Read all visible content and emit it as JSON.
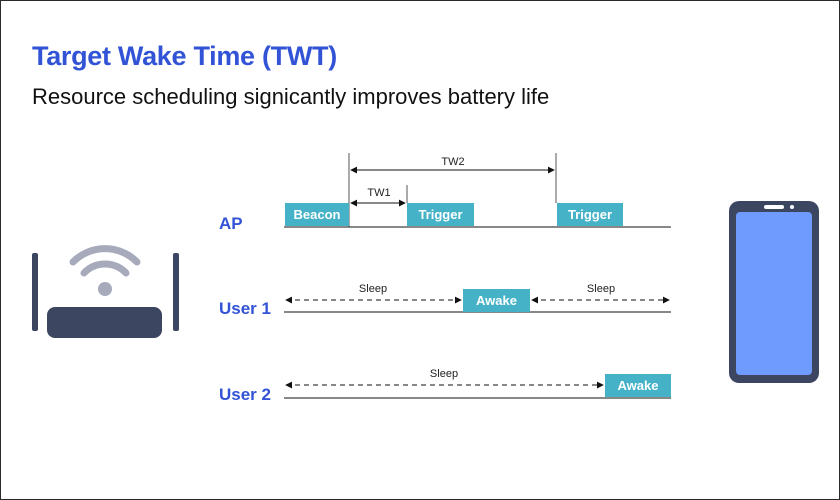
{
  "title": "Target Wake Time (TWT)",
  "subtitle": "Resource scheduling signicantly improves battery life",
  "rows": {
    "ap": "AP",
    "user1": "User 1",
    "user2": "User 2"
  },
  "boxes": {
    "beacon": "Beacon",
    "trigger1": "Trigger",
    "trigger2": "Trigger",
    "user1_awake": "Awake",
    "user2_awake": "Awake"
  },
  "intervals": {
    "tw1": "TW1",
    "tw2": "TW2"
  },
  "sleep": {
    "user1_left": "Sleep",
    "user1_right": "Sleep",
    "user2": "Sleep"
  },
  "colors": {
    "accent": "#3253d6",
    "box_fill": "#45b2c8",
    "device": "#3d4660",
    "phone_screen": "#6f9bff"
  },
  "icons": {
    "router": "wifi-router-icon",
    "phone": "smartphone-icon"
  }
}
